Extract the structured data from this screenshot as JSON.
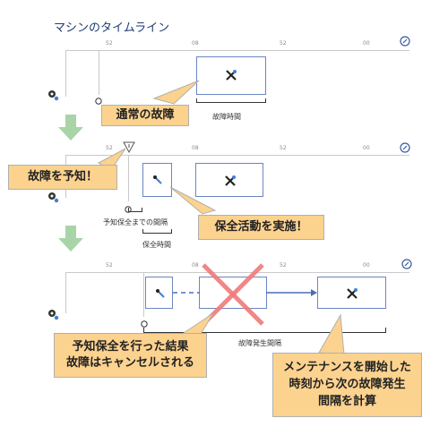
{
  "title": "マシンのタイムライン",
  "panels": [
    {
      "ticks": [
        "52",
        "08",
        "52",
        "00"
      ],
      "interval_label": "故障時間",
      "callout": "通常の故障"
    },
    {
      "ticks": [
        "52",
        "08",
        "52",
        "00"
      ],
      "callout_predict": "故障を予知！",
      "label_until": "予知保全までの間隔",
      "label_maint": "保全時間",
      "callout_maint": "保全活動を実施！"
    },
    {
      "ticks": [
        "52",
        "08",
        "52",
        "00"
      ],
      "interval_label": "故障発生間隔",
      "callout_cancel_1": "予知保全を行った結果",
      "callout_cancel_2": "故障はキャンセルされる",
      "callout_calc_1": "メンテナンスを開始した",
      "callout_calc_2": "時刻から次の故障発生",
      "callout_calc_3": "間隔を計算"
    }
  ],
  "colors": {
    "accent": "#6a86c2",
    "callout": "#fcd28f",
    "arrow_green": "#a8d4a8",
    "cross": "#f07a7a"
  },
  "icons": [
    "search-icon",
    "gear-icon",
    "clock-icon",
    "tools-icon",
    "wrench-icon"
  ]
}
